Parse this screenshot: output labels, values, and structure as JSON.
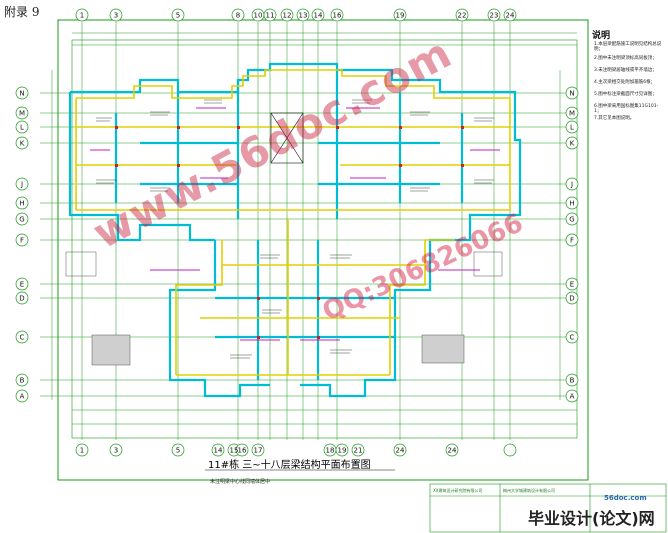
{
  "appendix_label": "附录 9",
  "grid_top": [
    "1",
    "3",
    "5",
    "8",
    "10",
    "11",
    "12",
    "13",
    "14",
    "16",
    "19",
    "22",
    "23",
    "24"
  ],
  "grid_bottom": [
    "1",
    "3",
    "5",
    "14",
    "15",
    "16",
    "17",
    "18",
    "19",
    "21",
    "24",
    "24"
  ],
  "grid_rows": [
    "N",
    "M",
    "L",
    "K",
    "J",
    "H",
    "G",
    "F",
    "E",
    "D",
    "C",
    "B",
    "A"
  ],
  "notes_title": "说明",
  "notes": [
    "1.本层梁配筋施工说明见结构总说明；",
    "2.图中未注明梁顶标高同板顶；",
    "3.未注明梁居轴线或平齐墙边；",
    "4.主次梁相交处附加箍筋6根；",
    "5.图中标注梁截面尺寸见详图；",
    "6.图中梁采用国标图集11G101-1；",
    "7.其它见本图说明。"
  ],
  "drawing_title": "11#栋    三~十八层梁结构平面布置图",
  "drawing_subtitle": "未注明梁中心线同墙体居中",
  "watermark_main": "www.56doc.com",
  "watermark_qq": "QQ:306826066",
  "title_block_left": "XX建筑设计研究院有限公司",
  "title_block_mid": "梅州大学城建筑设计有限公司",
  "brand_text": "毕业设计(论文)网",
  "brand_url": "56doc.com",
  "colors": {
    "cyan": "#00bcd4",
    "green": "#1a9a1a",
    "magenta": "#c020c0",
    "yellow": "#e8d800",
    "red": "#d02020",
    "black": "#111111"
  }
}
